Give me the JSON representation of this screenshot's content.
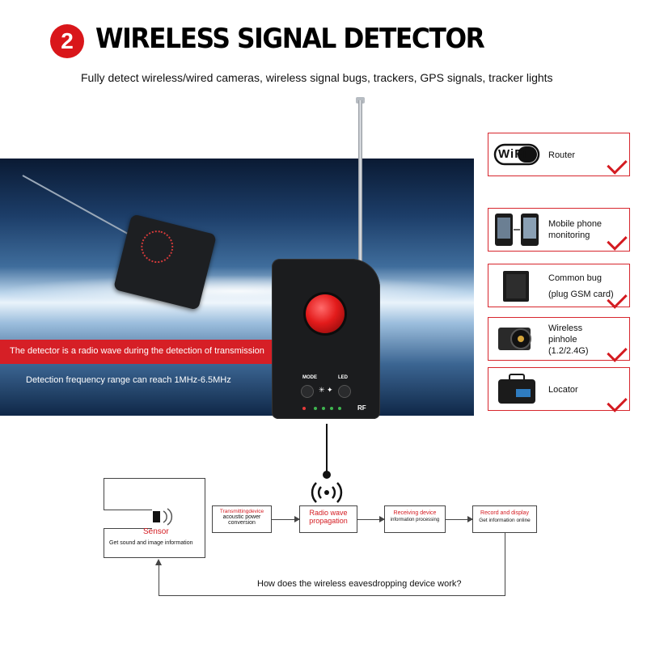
{
  "header": {
    "number": "2",
    "title": "WIRELESS SIGNAL DETECTOR",
    "subtitle": "Fully detect wireless/wired cameras, wireless signal bugs, trackers, GPS signals, tracker lights"
  },
  "banner": {
    "red_strip_text": "The detector is a radio wave during the detection of transmission",
    "frequency_text": "Detection frequency range can reach 1MHz-6.5MHz"
  },
  "device": {
    "mode_label": "MODE",
    "led_label": "LED",
    "rf_label": "RF"
  },
  "detects": [
    {
      "icon": "wifi-icon",
      "logo_text": "WiFi",
      "label": "Router"
    },
    {
      "icon": "phone-icon",
      "label": "Mobile phone monitoring"
    },
    {
      "icon": "bug-icon",
      "label_line1": "Common bug",
      "label_line2": "(plug GSM card)"
    },
    {
      "icon": "pinhole-camera-icon",
      "label_line1": "Wireless",
      "label_line2": "pinhole",
      "label_line3": "(1.2/2.4G)"
    },
    {
      "icon": "locator-icon",
      "label": "Locator"
    }
  ],
  "diagram": {
    "sensor_title": "Sensor",
    "sensor_desc": "Get sound and image information",
    "transmit_title": "Transmittingdevice",
    "transmit_desc_1": "acoustic power",
    "transmit_desc_2": "conversion",
    "radio_title_1": "Radio wave",
    "radio_title_2": "propagation",
    "receive_title": "Receiving device",
    "receive_desc": "information processing",
    "record_title": "Record and display",
    "record_desc": "Get information online",
    "question": "How does the wireless eavesdropping device work?"
  },
  "colors": {
    "accent_red": "#d41b21",
    "band_blue": "#1c3d68"
  }
}
